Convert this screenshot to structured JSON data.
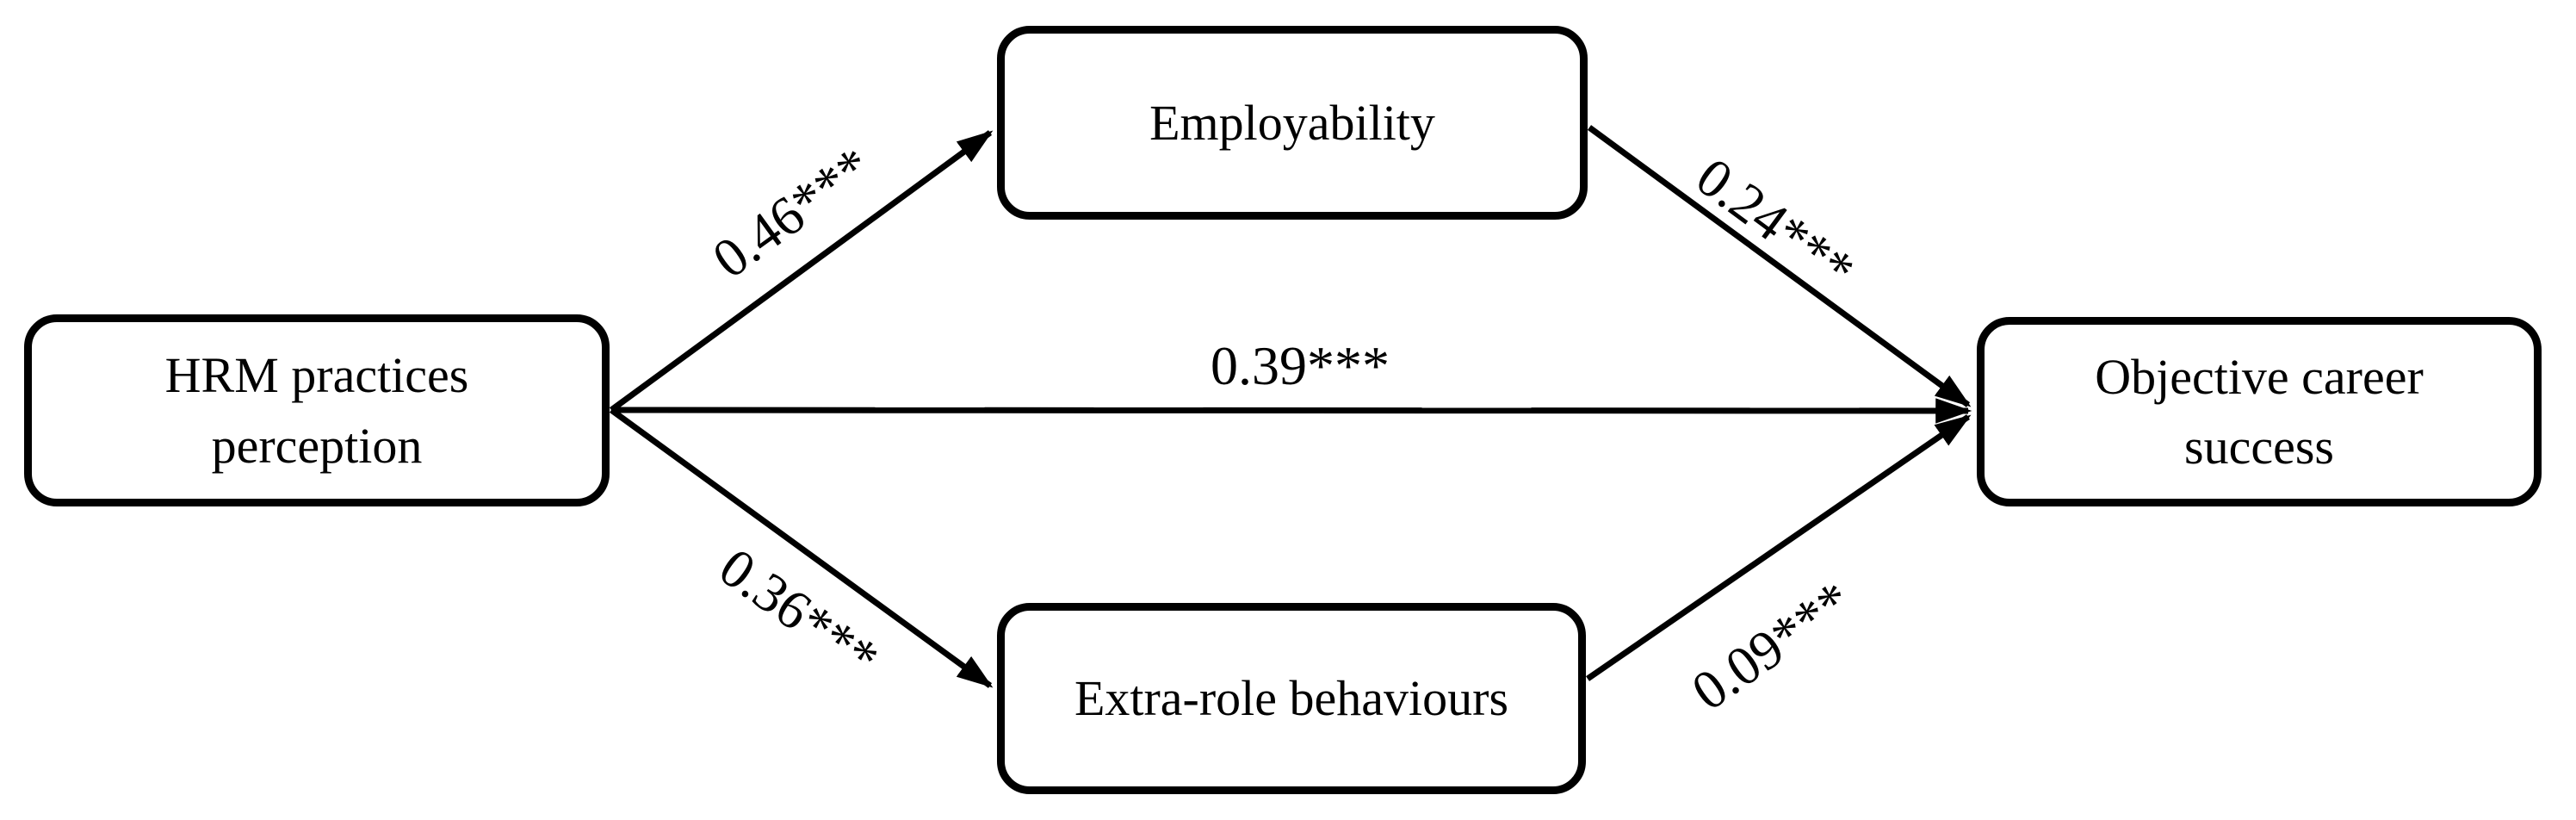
{
  "colors": {
    "background": "#ffffff",
    "stroke": "#000000",
    "text": "#000000"
  },
  "diagram": {
    "type": "path-model",
    "nodes": [
      {
        "id": "hrm",
        "label": "HRM practices perception",
        "label_lines": [
          "HRM practices",
          "perception"
        ]
      },
      {
        "id": "employability",
        "label": "Employability",
        "label_lines": [
          "Employability"
        ]
      },
      {
        "id": "extra_role",
        "label": "Extra-role behaviours",
        "label_lines": [
          "Extra-role behaviours"
        ]
      },
      {
        "id": "ocs",
        "label": "Objective career success",
        "label_lines": [
          "Objective career",
          "success"
        ]
      }
    ],
    "edges": [
      {
        "id": "hrm_to_employability",
        "from": "hrm",
        "to": "employability",
        "coefficient": "0.46***"
      },
      {
        "id": "employability_to_ocs",
        "from": "employability",
        "to": "ocs",
        "coefficient": "0.24***"
      },
      {
        "id": "hrm_to_ocs",
        "from": "hrm",
        "to": "ocs",
        "coefficient": "0.39***"
      },
      {
        "id": "hrm_to_extra_role",
        "from": "hrm",
        "to": "extra_role",
        "coefficient": "0.36***"
      },
      {
        "id": "extra_role_to_ocs",
        "from": "extra_role",
        "to": "ocs",
        "coefficient": "0.09***"
      }
    ]
  }
}
